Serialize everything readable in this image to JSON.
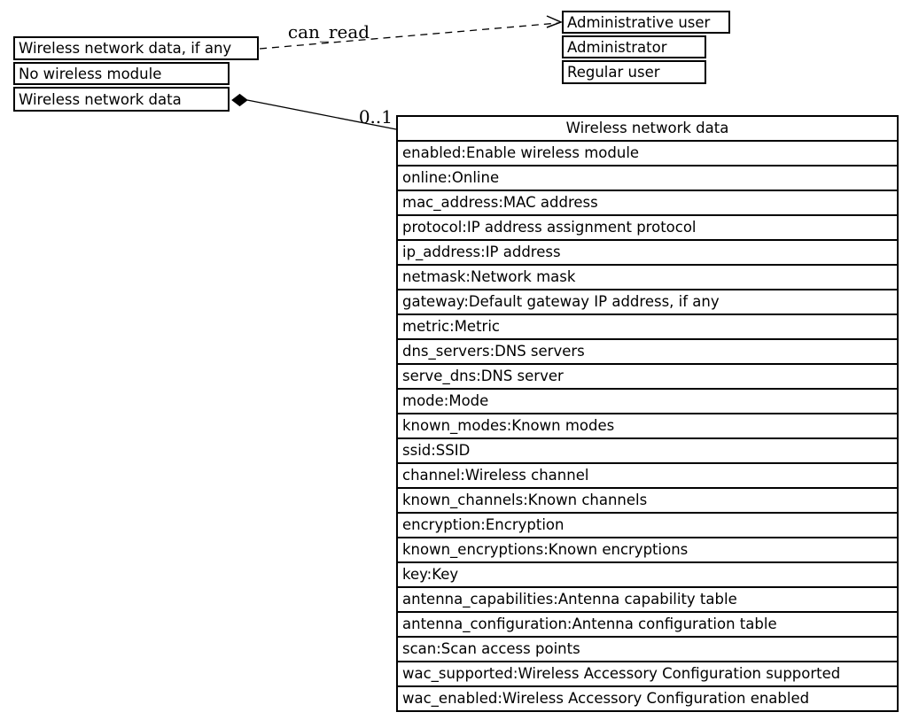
{
  "left_group": {
    "rows": [
      "Wireless network data, if any",
      "No wireless module",
      "Wireless network data"
    ]
  },
  "right_group": {
    "rows": [
      "Administrative user",
      "Administrator",
      "Regular user"
    ]
  },
  "edges": {
    "can_read_label": "can_read",
    "multiplicity_label": "0..1"
  },
  "class_table": {
    "title": "Wireless network data",
    "attributes": [
      "enabled:Enable wireless module",
      "online:Online",
      "mac_address:MAC address",
      "protocol:IP address assignment protocol",
      "ip_address:IP address",
      "netmask:Network mask",
      "gateway:Default gateway IP address, if any",
      "metric:Metric",
      "dns_servers:DNS servers",
      "serve_dns:DNS server",
      "mode:Mode",
      "known_modes:Known modes",
      "ssid:SSID",
      "channel:Wireless channel",
      "known_channels:Known channels",
      "encryption:Encryption",
      "known_encryptions:Known encryptions",
      "key:Key",
      "antenna_capabilities:Antenna capability table",
      "antenna_configuration:Antenna configuration table",
      "scan:Scan access points",
      "wac_supported:Wireless Accessory Configuration supported",
      "wac_enabled:Wireless Accessory Configuration enabled"
    ]
  },
  "colors": {
    "line": "#000000",
    "background": "#ffffff",
    "text": "#000000"
  }
}
